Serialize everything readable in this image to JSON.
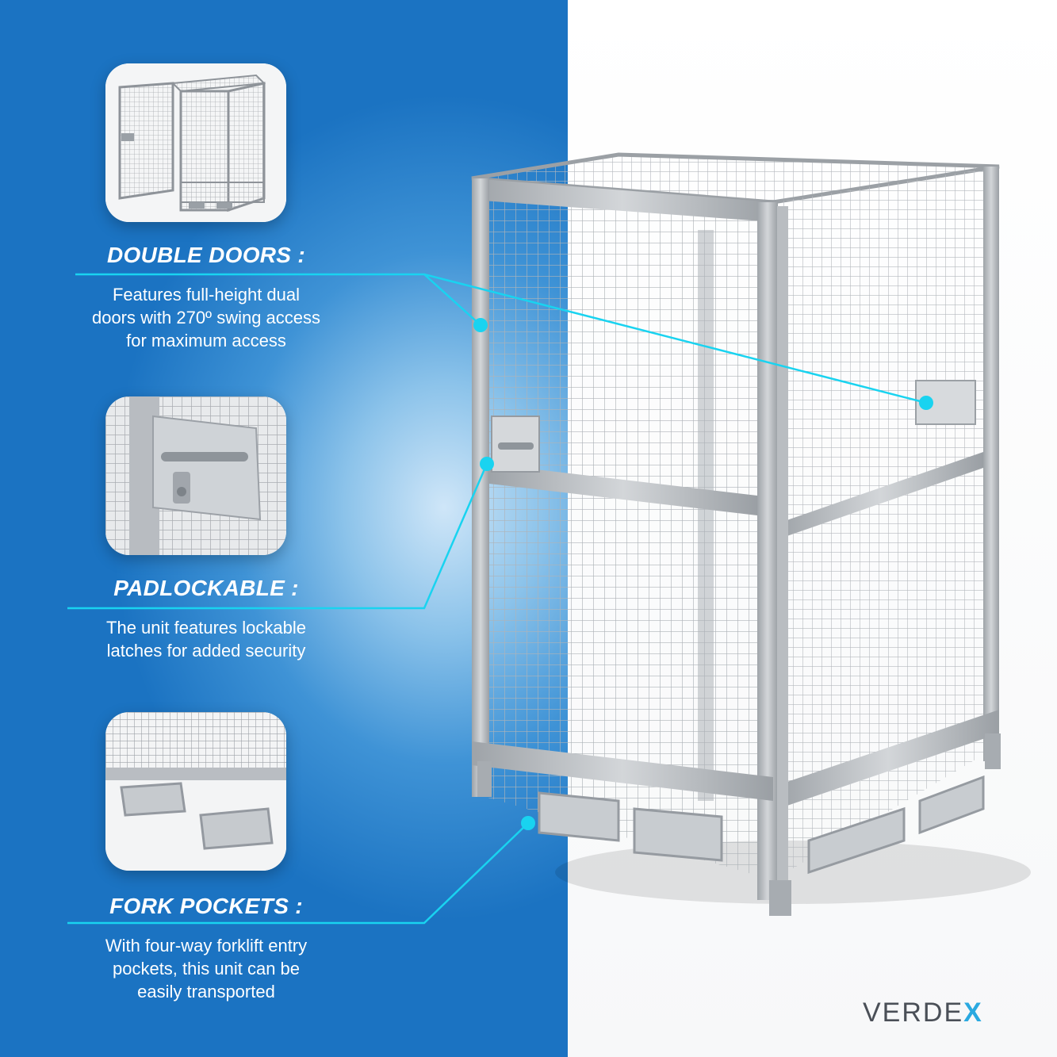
{
  "features": [
    {
      "title": "DOUBLE DOORS :",
      "description": [
        "Features full-height dual",
        "doors with 270º swing access",
        "for maximum access"
      ],
      "image": "cage-open-doors"
    },
    {
      "title": "PADLOCKABLE :",
      "description": [
        "The unit features lockable",
        "latches for added security"
      ],
      "image": "padlock-latch-closeup"
    },
    {
      "title": "FORK POCKETS :",
      "description": [
        "With four-way forklift entry",
        "pockets, this unit can be",
        "easily transported"
      ],
      "image": "fork-pocket-closeup"
    }
  ],
  "brand": {
    "name_prefix": "VERDE",
    "name_suffix": "X"
  },
  "colors": {
    "panel_blue": "#1b73c2",
    "callout_cyan": "#19d3f0",
    "logo_gray": "#4a4f57",
    "logo_accent": "#2aa9e0"
  },
  "product_image": "galvanised-mesh-security-cage"
}
